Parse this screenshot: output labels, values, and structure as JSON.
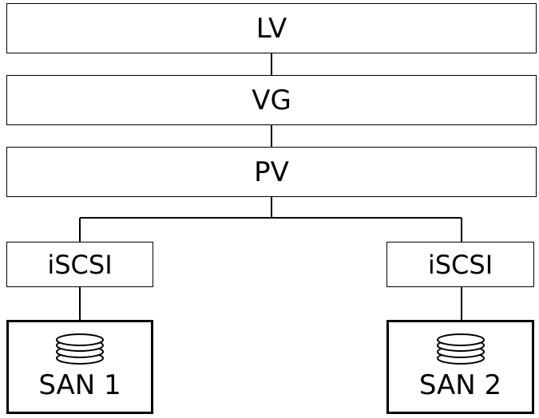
{
  "layers": {
    "lv": "LV",
    "vg": "VG",
    "pv": "PV"
  },
  "transport": {
    "left": "iSCSI",
    "right": "iSCSI"
  },
  "storage": {
    "left": {
      "label": "SAN 1",
      "icon": "disk-stack-icon"
    },
    "right": {
      "label": "SAN 2",
      "icon": "disk-stack-icon"
    }
  }
}
